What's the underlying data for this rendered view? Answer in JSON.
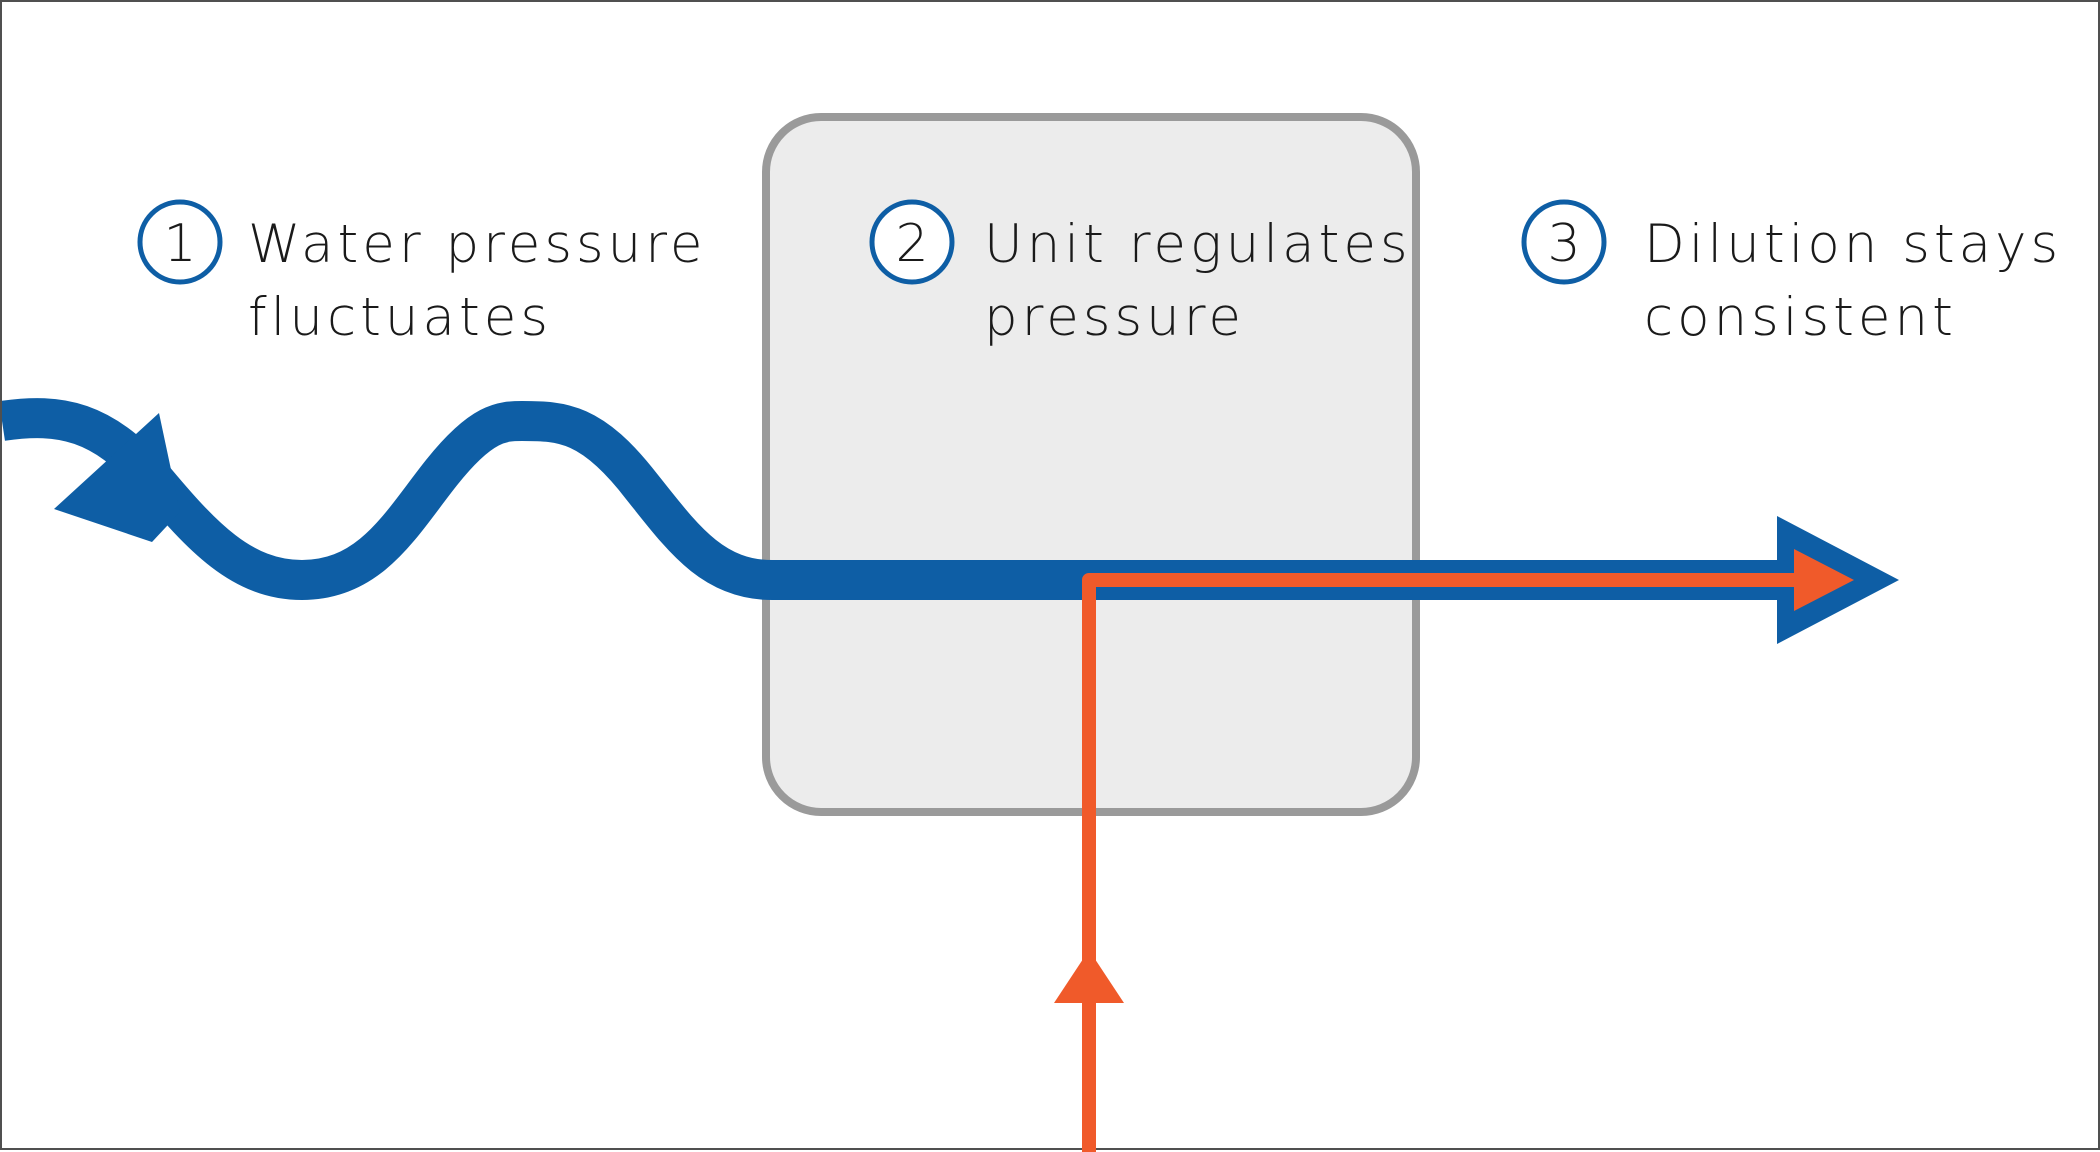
{
  "colors": {
    "water": "#0e5ea5",
    "concentrate": "#f05a2a",
    "unit_fill": "#ececec",
    "unit_border": "#9a9a9a",
    "text": "#1a1a1a"
  },
  "steps": [
    {
      "number": "1",
      "line1": "Water pressure",
      "line2": "fluctuates"
    },
    {
      "number": "2",
      "line1": "Unit regulates",
      "line2": "pressure"
    },
    {
      "number": "3",
      "line1": "Dilution stays",
      "line2": "consistent"
    }
  ]
}
